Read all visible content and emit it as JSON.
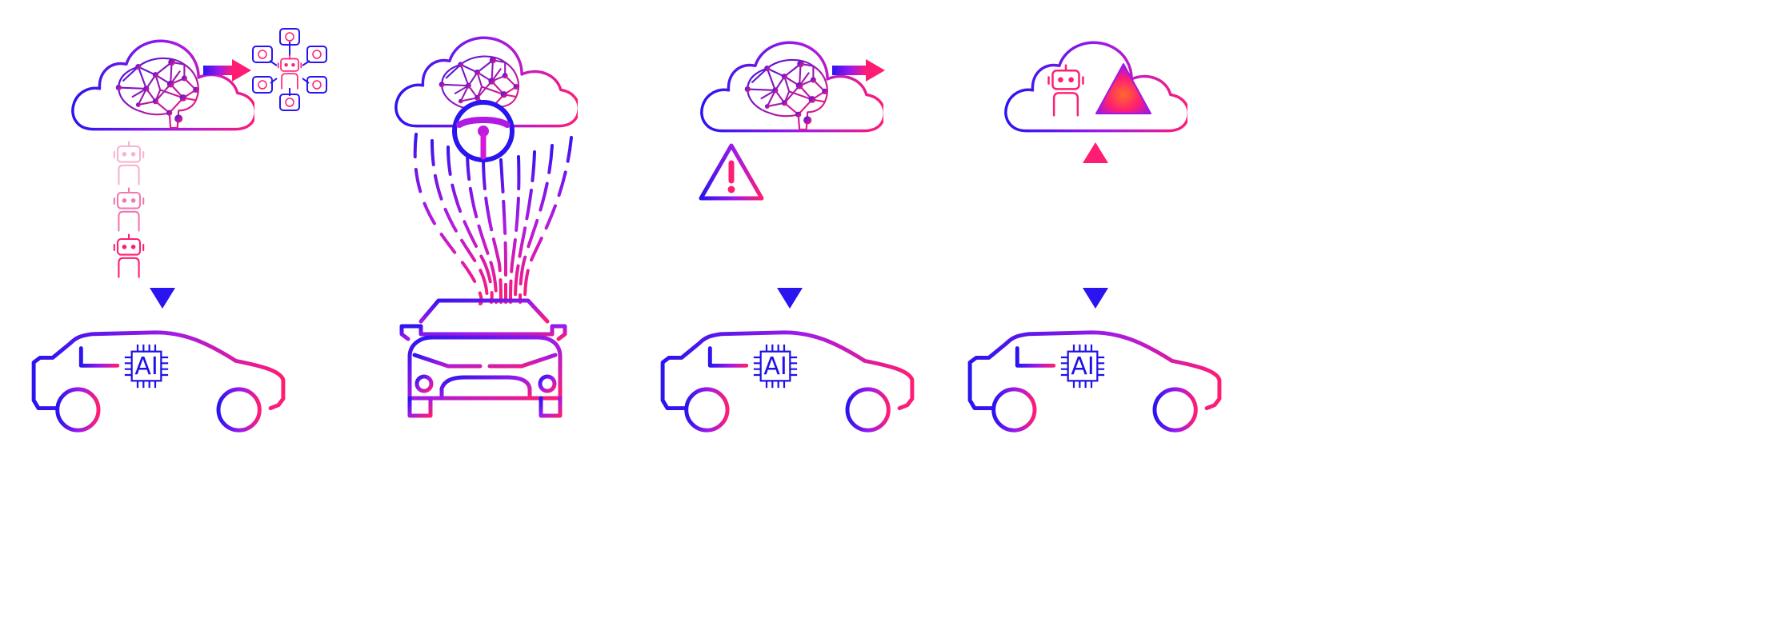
{
  "colors": {
    "blue": "#2a14f0",
    "purple": "#9b19e8",
    "magenta": "#ff1d74",
    "pink_light": "#f7b3d0",
    "orange": "#ff6a2a"
  },
  "chip": {
    "label": "AI"
  },
  "panels": [
    {
      "name": "offboard-training",
      "icons": [
        "cloud-icon",
        "brain-icon",
        "arrow-right-icon",
        "robot-network-icon",
        "robot-icon",
        "dashed-down-arrow-icon",
        "car-side-icon",
        "ai-chip-icon"
      ]
    },
    {
      "name": "remote-driving",
      "icons": [
        "cloud-icon",
        "brain-icon",
        "steering-wheel-icon",
        "data-streams-icon",
        "car-front-icon"
      ]
    },
    {
      "name": "risk-warning",
      "icons": [
        "cloud-icon",
        "brain-icon",
        "arrow-right-icon",
        "warning-icon",
        "dashed-down-arrow-icon",
        "car-side-icon",
        "ai-chip-icon"
      ]
    },
    {
      "name": "two-way-sync",
      "icons": [
        "cloud-icon",
        "robot-icon",
        "triangle-icon",
        "dashed-bidirectional-arrow-icon",
        "car-side-icon",
        "ai-chip-icon"
      ]
    }
  ]
}
